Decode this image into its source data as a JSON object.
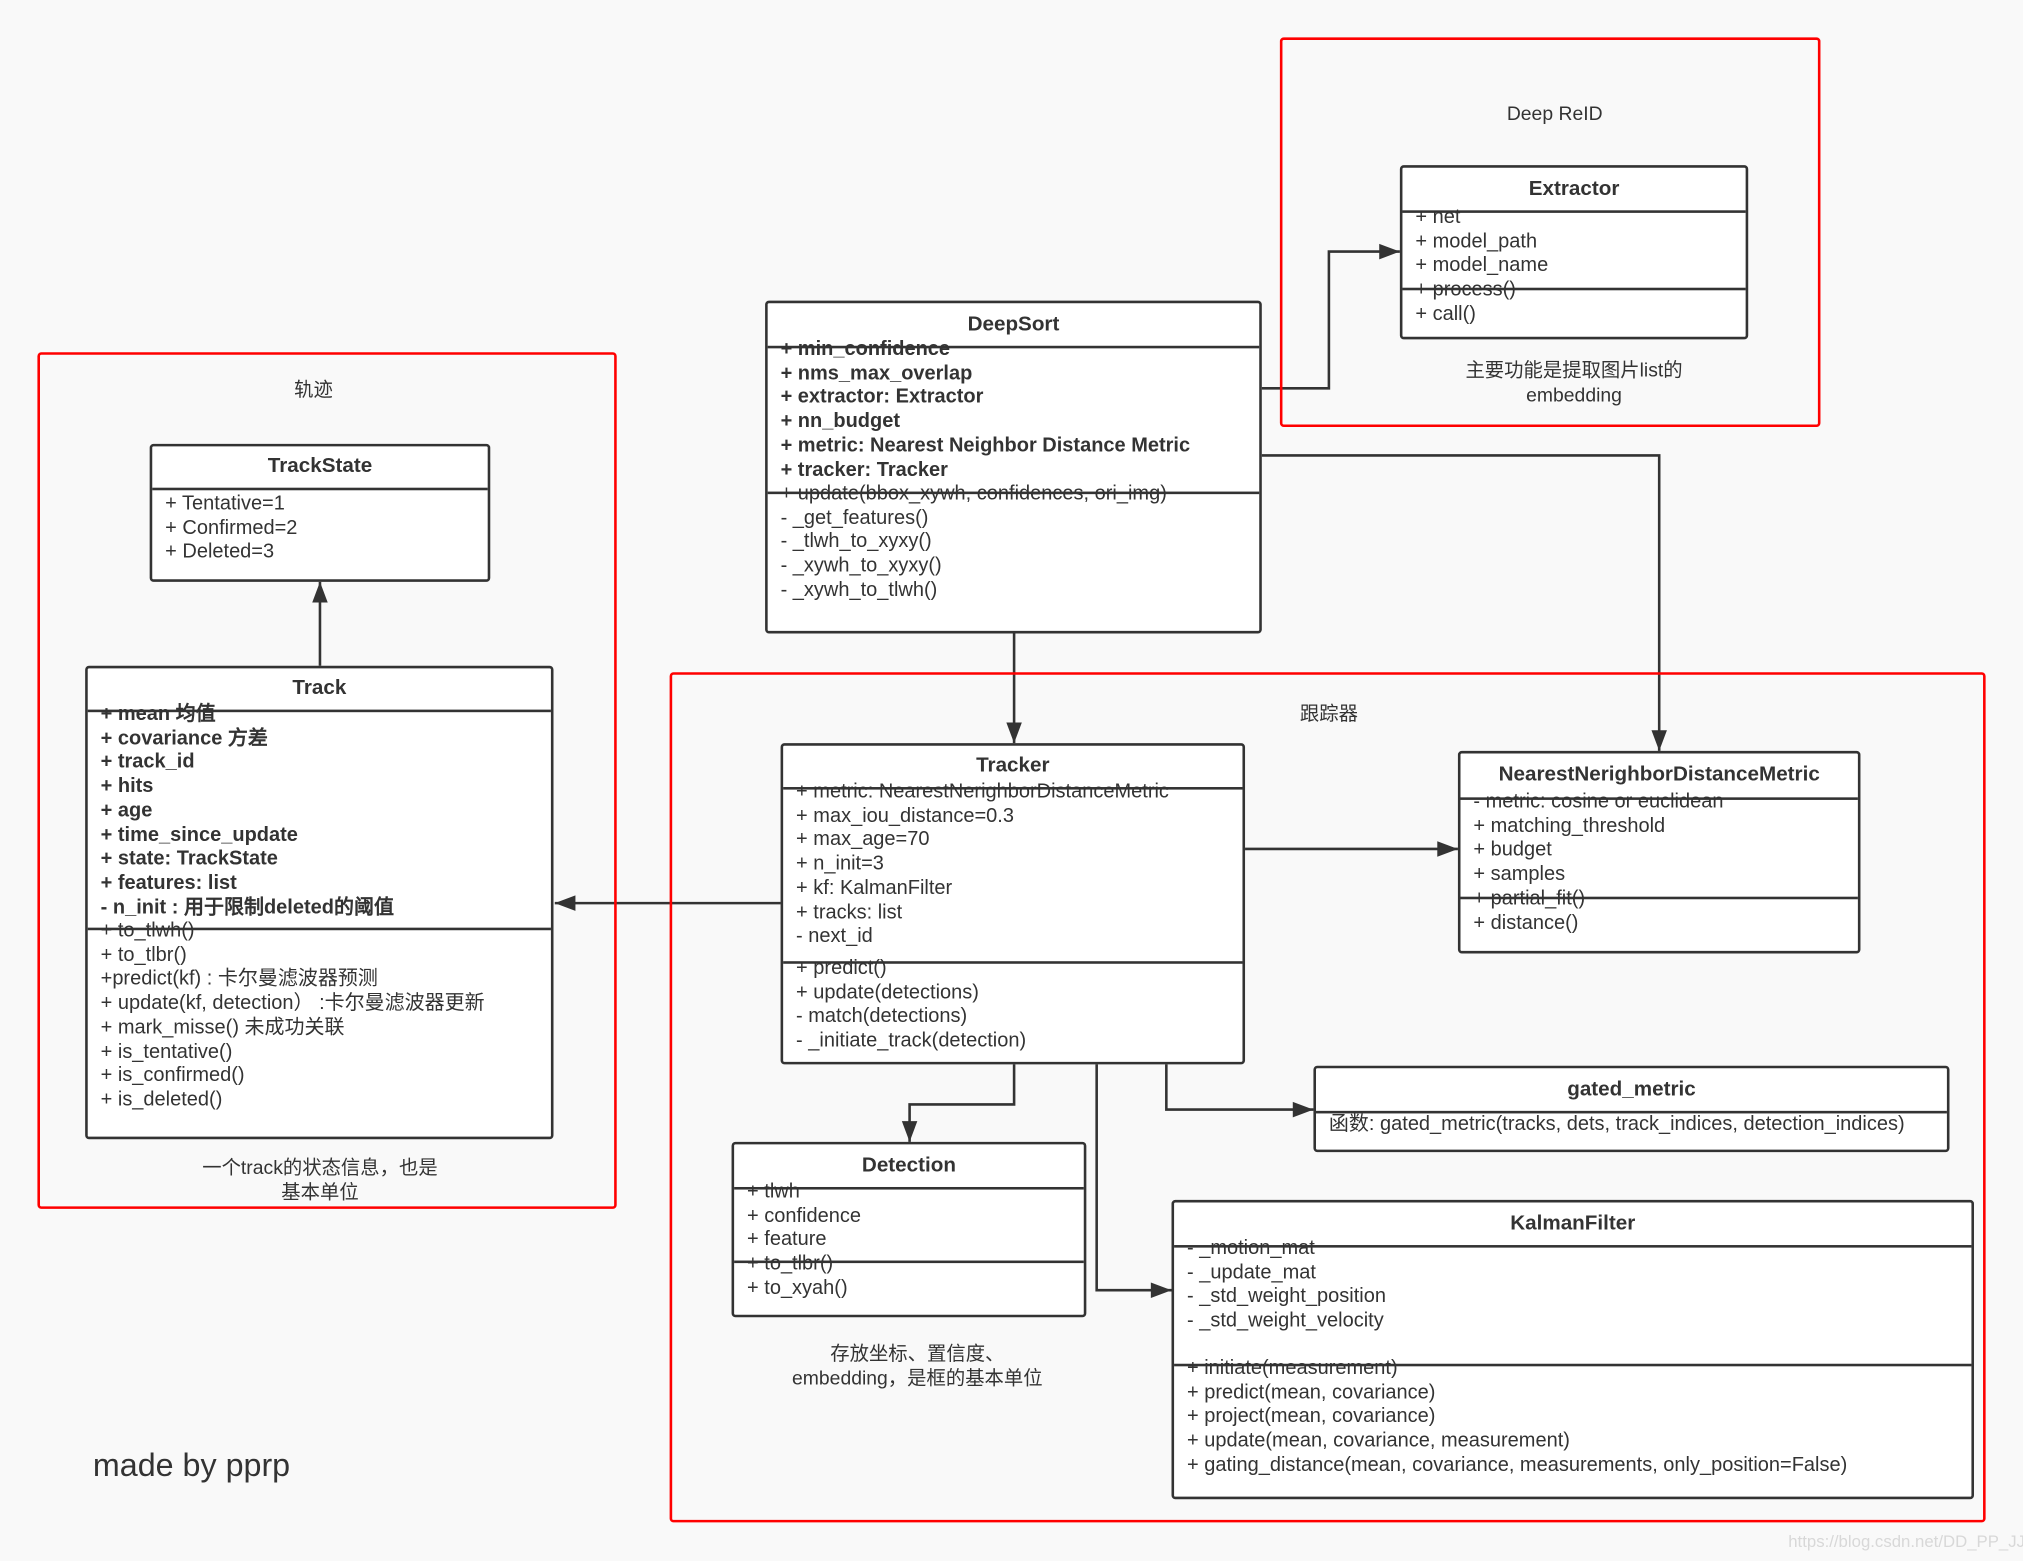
{
  "groups": [
    {
      "id": "reid",
      "title": "Deep ReID"
    },
    {
      "id": "track",
      "title": "轨迹"
    },
    {
      "id": "tracker",
      "title": "跟踪器"
    }
  ],
  "classes": [
    {
      "id": "extractor",
      "title": "Extractor",
      "bold_attrs": false,
      "attrs": [
        "+ net",
        "+ model_path",
        "+ model_name"
      ],
      "methods": [
        "+ process()",
        "+ call()"
      ]
    },
    {
      "id": "deepsort",
      "title": "DeepSort",
      "bold_attrs": true,
      "attrs": [
        "+ min_confidence",
        "+ nms_max_overlap",
        "+ extractor: Extractor",
        "+ nn_budget",
        "+ metric: Nearest Neighbor Distance Metric",
        "+ tracker: Tracker"
      ],
      "methods": [
        "+ update(bbox_xywh, confidences, ori_img)",
        "- _get_features()",
        "- _tlwh_to_xyxy()",
        "- _xywh_to_xyxy()",
        "- _xywh_to_tlwh()"
      ]
    },
    {
      "id": "trackstate",
      "title": "TrackState",
      "bold_attrs": false,
      "attrs": [
        "+ Tentative=1",
        "+ Confirmed=2",
        "+ Deleted=3"
      ],
      "methods": []
    },
    {
      "id": "track",
      "title": "Track",
      "bold_attrs": true,
      "attrs": [
        "+ mean 均值",
        "+ covariance 方差",
        "+ track_id",
        "+ hits",
        "+ age",
        "+ time_since_update",
        "+ state: TrackState",
        "+ features: list",
        "- n_init : 用于限制deleted的阈值"
      ],
      "methods": [
        "+ to_tlwh()",
        "+ to_tlbr()",
        "+predict(kf) : 卡尔曼滤波器预测",
        "+ update(kf, detection） :卡尔曼滤波器更新",
        "+ mark_misse() 未成功关联",
        "+ is_tentative()",
        "+ is_confirmed()",
        "+ is_deleted()"
      ]
    },
    {
      "id": "tracker",
      "title": "Tracker",
      "bold_attrs": false,
      "attrs": [
        "+ metric: NearestNerighborDistanceMetric",
        "+ max_iou_distance=0.3",
        "+ max_age=70",
        "+ n_init=3",
        "+ kf: KalmanFilter",
        "+ tracks: list",
        "- next_id"
      ],
      "methods": [
        "+ predict()",
        "+ update(detections)",
        "- match(detections)",
        "- _initiate_track(detection)"
      ]
    },
    {
      "id": "nndm",
      "title": "NearestNerighborDistanceMetric",
      "bold_attrs": false,
      "attrs": [
        "- metric: cosine or euclidean",
        "+ matching_threshold",
        "+ budget",
        "+ samples"
      ],
      "methods": [
        "+ partial_fit()",
        "+ distance()"
      ]
    },
    {
      "id": "gated",
      "title": "gated_metric",
      "bold_attrs": false,
      "attrs": [
        "函数:  gated_metric(tracks, dets, track_indices, detection_indices)"
      ],
      "methods": []
    },
    {
      "id": "detection",
      "title": "Detection",
      "bold_attrs": false,
      "attrs": [
        "+ tlwh",
        "+ confidence",
        "+ feature"
      ],
      "methods": [
        "+ to_tlbr()",
        "+ to_xyah()"
      ]
    },
    {
      "id": "kalman",
      "title": "KalmanFilter",
      "bold_attrs": false,
      "attrs": [
        "- _motion_mat",
        "- _update_mat",
        "- _std_weight_position",
        "- _std_weight_velocity"
      ],
      "methods": [
        "+ initiate(measurement)",
        "+ predict(mean, covariance)",
        "+ project(mean, covariance)",
        "+ update(mean, covariance, measurement)",
        "+ gating_distance(mean, covariance, measurements, only_position=False)"
      ]
    }
  ],
  "captions": {
    "extractor": [
      "主要功能是提取图片list的",
      "embedding"
    ],
    "track": [
      "一个track的状态信息，也是",
      "基本单位"
    ],
    "detection": [
      "存放坐标、置信度、",
      "embedding，是框的基本单位"
    ]
  },
  "links": [
    {
      "from": "deepsort",
      "to": "extractor"
    },
    {
      "from": "deepsort",
      "to": "nndm"
    },
    {
      "from": "deepsort",
      "to": "tracker"
    },
    {
      "from": "track",
      "to": "trackstate"
    },
    {
      "from": "tracker",
      "to": "track"
    },
    {
      "from": "tracker",
      "to": "nndm"
    },
    {
      "from": "tracker",
      "to": "detection"
    },
    {
      "from": "tracker",
      "to": "gated"
    },
    {
      "from": "tracker",
      "to": "kalman"
    }
  ],
  "footer": {
    "author": "made by pprp",
    "watermark": "https://blog.csdn.net/DD_PP_JJ"
  },
  "colors": {
    "group_border": "#ff0000",
    "box_border": "#333333",
    "background": "#f9f9f9"
  }
}
